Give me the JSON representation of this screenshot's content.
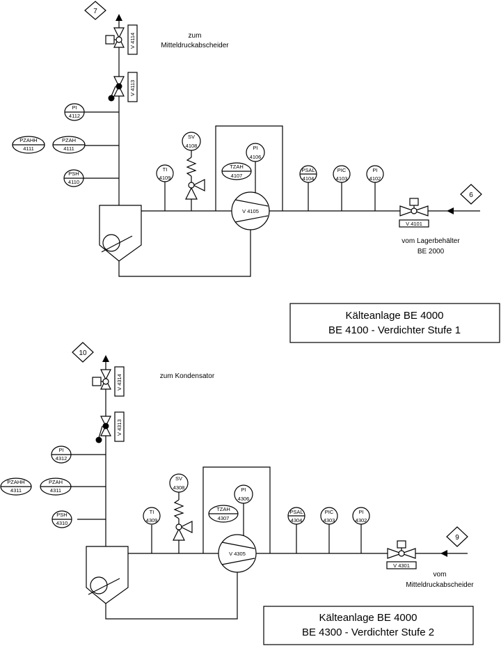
{
  "colors": {
    "line": "#000000",
    "background": "#ffffff"
  },
  "stage1": {
    "connector_top": "7",
    "connector_inlet": "6",
    "valve_top": "V 4114",
    "valve_check": "V 4113",
    "valve_inlet": "V 4101",
    "compressor": "V 4105",
    "dest_line1": "zum",
    "dest_line2": "Mitteldruckabscheider",
    "source_line1": "vom Lagerbehälter",
    "source_line2": "BE 2000",
    "instruments": {
      "pi_4112": {
        "type": "PI",
        "num": "4112"
      },
      "pzahh_4111": {
        "type": "PZAHH",
        "num": "4111"
      },
      "pzah_4111": {
        "type": "PZAH",
        "num": "4111"
      },
      "psh_4110": {
        "type": "PSH",
        "num": "4110"
      },
      "ti_4109": {
        "type": "TI",
        "num": "4109"
      },
      "sv_4108": {
        "type": "SV",
        "num": "4108"
      },
      "tzah_4107": {
        "type": "TZAH",
        "num": "4107"
      },
      "pi_4106": {
        "type": "PI",
        "num": "4106"
      },
      "psal_4104": {
        "type": "PSAL",
        "num": "4104"
      },
      "pic_4103": {
        "type": "PIC",
        "num": "4103"
      },
      "pi_4102": {
        "type": "PI",
        "num": "4102"
      }
    },
    "title_line1": "Kälteanlage BE 4000",
    "title_line2": "BE 4100 - Verdichter Stufe 1"
  },
  "stage2": {
    "connector_top": "10",
    "connector_inlet": "9",
    "valve_top": "V 4314",
    "valve_check": "V 4313",
    "valve_inlet": "V 4301",
    "compressor": "V 4305",
    "dest_line1": "zum Kondensator",
    "source_line1": "vom",
    "source_line2": "Mitteldruckabscheider",
    "instruments": {
      "pi_4312": {
        "type": "PI",
        "num": "4312"
      },
      "pzahh_4311": {
        "type": "PZAHH",
        "num": "4311"
      },
      "pzah_4311": {
        "type": "PZAH",
        "num": "4311"
      },
      "psh_4310": {
        "type": "PSH",
        "num": "4310"
      },
      "ti_4309": {
        "type": "TI",
        "num": "4309"
      },
      "sv_4308": {
        "type": "SV",
        "num": "4308"
      },
      "tzah_4307": {
        "type": "TZAH",
        "num": "4307"
      },
      "pi_4306": {
        "type": "PI",
        "num": "4306"
      },
      "psal_4304": {
        "type": "PSAL",
        "num": "4304"
      },
      "pic_4303": {
        "type": "PIC",
        "num": "4303"
      },
      "pi_4302": {
        "type": "PI",
        "num": "4302"
      }
    },
    "title_line1": "Kälteanlage BE 4000",
    "title_line2": "BE 4300 - Verdichter Stufe 2"
  }
}
